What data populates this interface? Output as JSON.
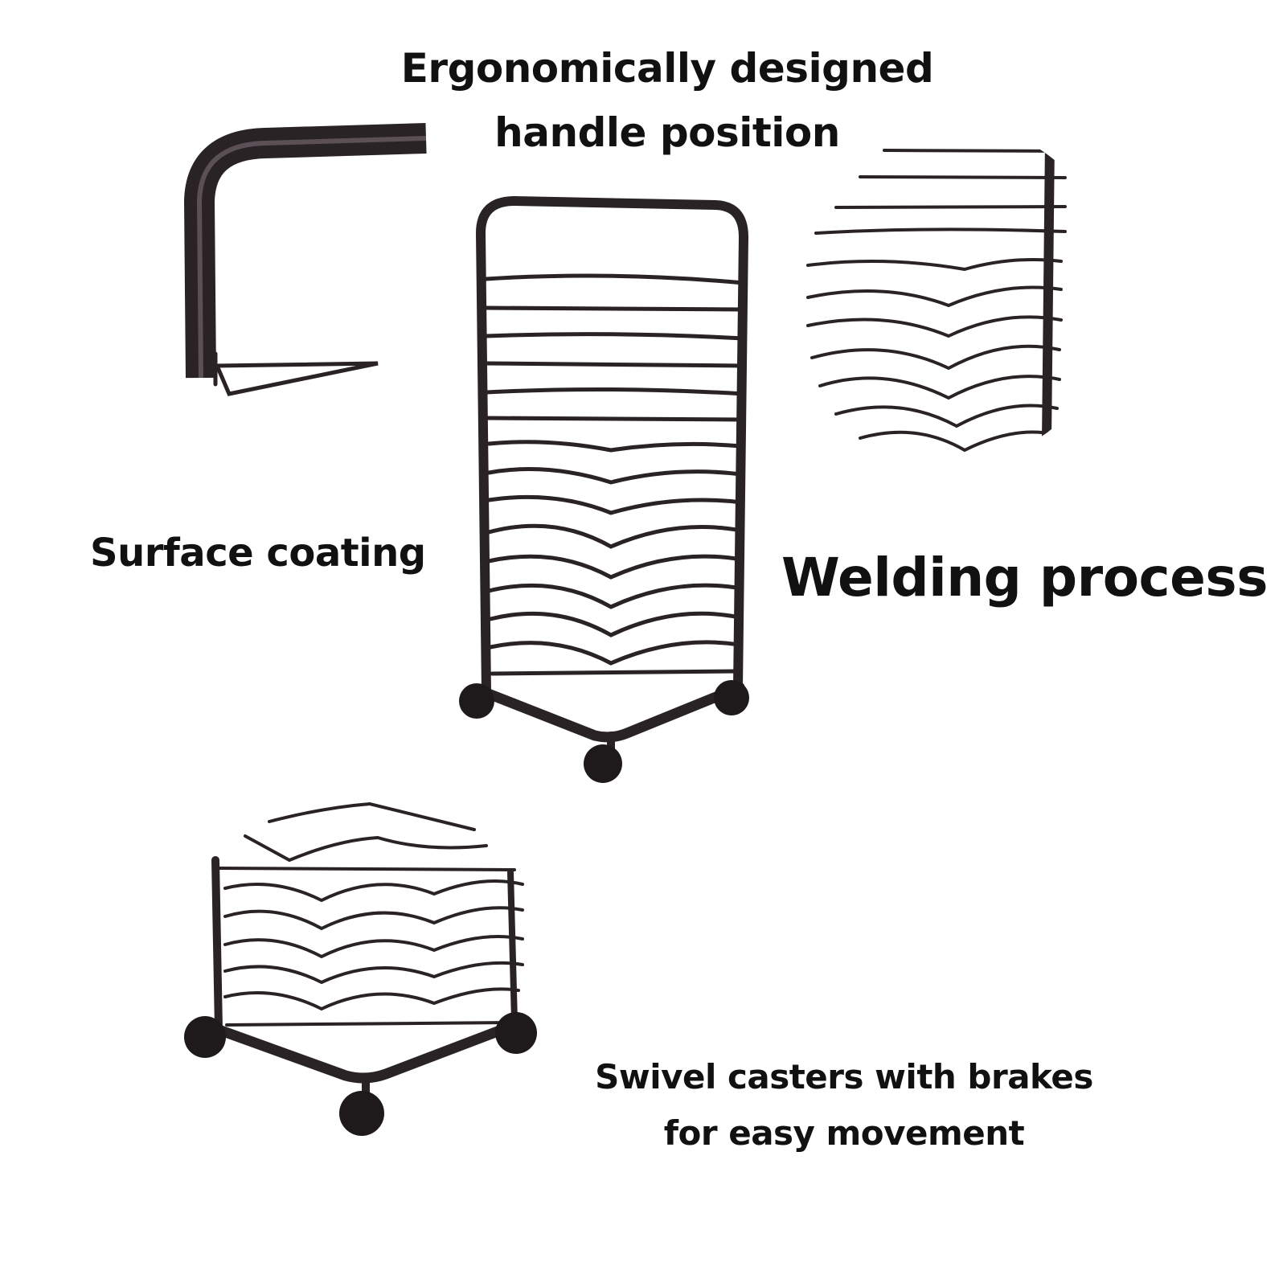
{
  "labels": {
    "handle_line1": "Ergonomically designed",
    "handle_line2": "handle position",
    "surface": "Surface coating",
    "welding": "Welding process",
    "casters_line1": "Swivel casters with brakes",
    "casters_line2": "for easy movement"
  },
  "colors": {
    "metal": "#2a2326",
    "background": "#ffffff",
    "text": "#111111"
  }
}
